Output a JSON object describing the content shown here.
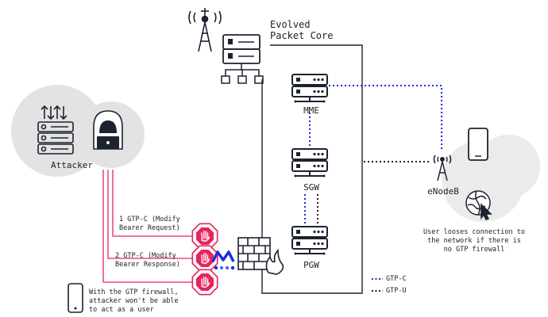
{
  "core": {
    "title": "Evolved\nPacket Core"
  },
  "nodes": {
    "mme": "MME",
    "sgw": "SGW",
    "pgw": "PGW",
    "enodeb": "eNodeB"
  },
  "attacker": {
    "label": "Attacker"
  },
  "messages": {
    "m1": "1 GTP-C (Modify\nBearer Request)",
    "m2": "2 GTP-C (Modify\nBearer Response)"
  },
  "notes": {
    "user_loses": "User looses connection to\nthe network if there is\nno GTP firewall",
    "with_firewall": "With the GTP firewall,\nattacker won't be able\nto act as a user"
  },
  "legend": [
    {
      "label": "GTP-C",
      "color": "#1a2fd6",
      "style": "dotted"
    },
    {
      "label": "GTP-U",
      "color": "#222222",
      "style": "dotted"
    }
  ],
  "colors": {
    "attack": "#e8245a",
    "gtpc": "#1a2fd6",
    "server": "#1d2230",
    "cloud": "#e3e3e3"
  },
  "icons": [
    "cell-tower-icon",
    "server-rack-icon",
    "network-tree-icon",
    "hacker-icon",
    "upload-download-icon",
    "stop-hand-icon",
    "firewall-icon",
    "brand-logo-icon",
    "smartphone-icon",
    "globe-cursor-icon"
  ]
}
